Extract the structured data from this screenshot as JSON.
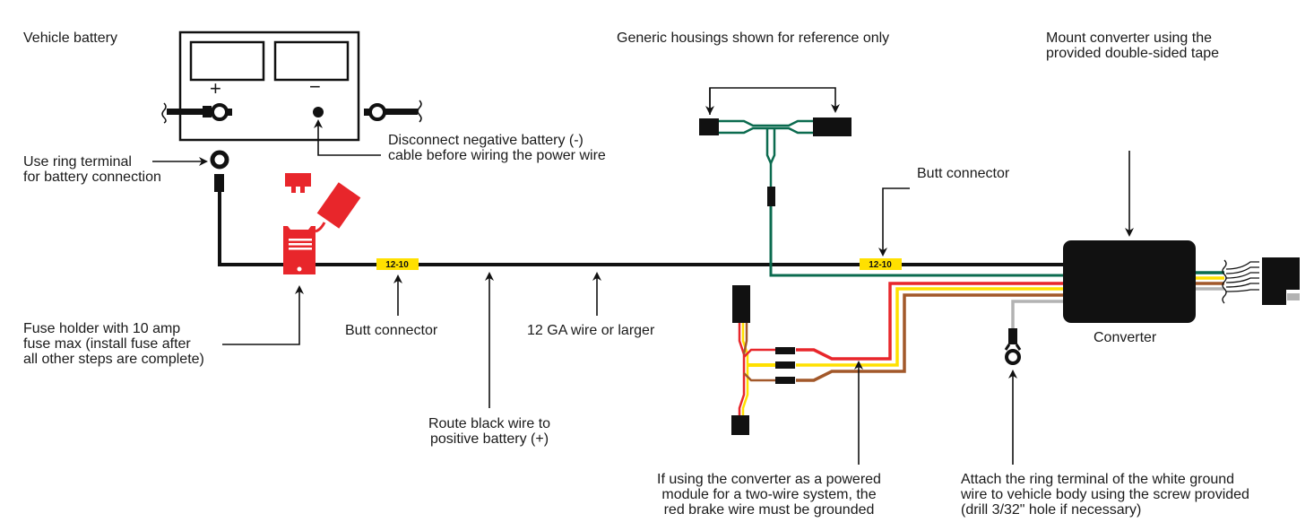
{
  "title": "Wiring diagram: powered converter installation",
  "colors": {
    "black_wire": "#111111",
    "green_wire": "#0b6b4f",
    "red_wire": "#e8262b",
    "yellow_wire": "#ffe000",
    "brown_wire": "#a2582a",
    "white_wire": "#b3b3b3",
    "fuse_red": "#e8262b",
    "butt_tag_yellow": "#ffe000"
  },
  "labels": {
    "vehicle_battery": "Vehicle battery",
    "battery_plus": "+",
    "battery_minus": "−",
    "ring_terminal": "Use ring terminal\nfor battery connection",
    "disconnect_negative": "Disconnect negative battery (-)\ncable before wiring the power wire",
    "generic_housings": "Generic housings shown for reference only",
    "mount_converter": "Mount converter using the\nprovided double-sided tape",
    "butt_connector_top": "Butt connector",
    "converter": "Converter",
    "fuse_holder": "Fuse holder with 10 amp\nfuse max (install fuse after\nall other steps are complete)",
    "butt_connector_bottom": "Butt connector",
    "wire_gauge": "12 GA wire or larger",
    "route_black": "Route black wire to\npositive battery (+)",
    "powered_module": "If using the converter as a powered\nmodule for a two-wire system, the\nred brake wire must be grounded",
    "ground_ring": "Attach the ring terminal of the white ground\nwire to vehicle body using the screw provided\n(drill 3/32\" hole if necessary)"
  },
  "butt_connector_tags": [
    "12-10",
    "12-10"
  ]
}
